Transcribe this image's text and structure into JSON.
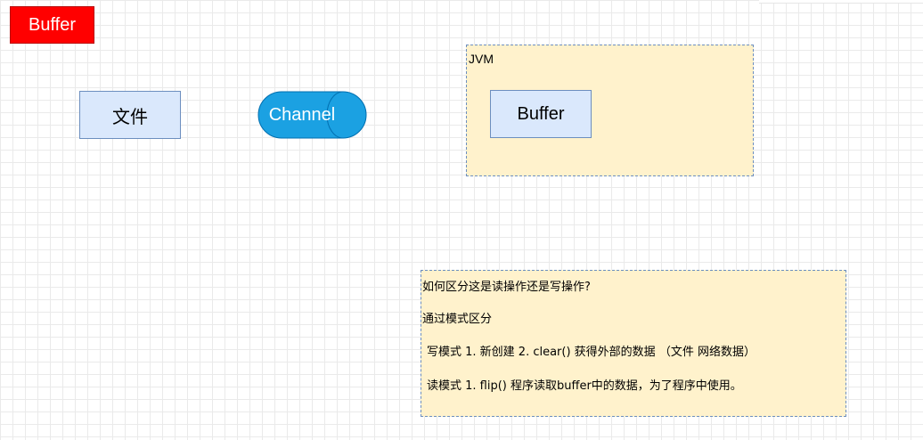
{
  "badge": {
    "label": "Buffer"
  },
  "file_node": {
    "label": "文件"
  },
  "channel_node": {
    "label": "Channel"
  },
  "jvm_container": {
    "label": "JVM",
    "buffer_node": {
      "label": "Buffer"
    }
  },
  "note": {
    "lines": [
      "如何区分这是读操作还是写操作?",
      "通过模式区分",
      "写模式  1. 新创建 2. clear()  获得外部的数据 （文件 网络数据）",
      "读模式  1. flip() 程序读取buffer中的数据，为了程序中使用。"
    ]
  },
  "colors": {
    "badge_fill": "#ff0000",
    "node_fill": "#dae8fc",
    "node_stroke": "#6c8ebf",
    "channel_fill": "#1ba1e2",
    "channel_stroke": "#006eaf",
    "container_fill": "#fff2cc"
  }
}
